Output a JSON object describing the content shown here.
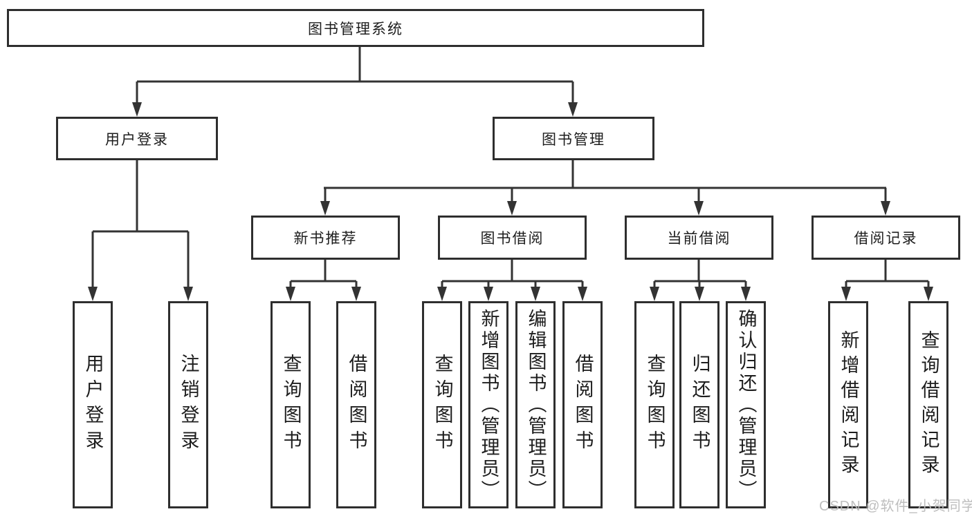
{
  "tree": {
    "root": {
      "label": "图书管理系统",
      "children": [
        {
          "label": "用户登录",
          "children": [
            {
              "label": "用户登录"
            },
            {
              "label": "注销登录"
            }
          ]
        },
        {
          "label": "图书管理",
          "children": [
            {
              "label": "新书推荐",
              "children": [
                {
                  "label": "查询图书"
                },
                {
                  "label": "借阅图书"
                }
              ]
            },
            {
              "label": "图书借阅",
              "children": [
                {
                  "label": "查询图书"
                },
                {
                  "label": "新增图书（管理员）"
                },
                {
                  "label": "编辑图书（管理员）"
                },
                {
                  "label": "借阅图书"
                }
              ]
            },
            {
              "label": "当前借阅",
              "children": [
                {
                  "label": "查询图书"
                },
                {
                  "label": "归还图书"
                },
                {
                  "label": "确认归还（管理员）"
                }
              ]
            },
            {
              "label": "借阅记录",
              "children": [
                {
                  "label": "新增借阅记录"
                },
                {
                  "label": "查询借阅记录"
                }
              ]
            }
          ]
        }
      ]
    }
  },
  "watermark": "CSDN @软件_小贺同学",
  "colors": {
    "line": "#333333",
    "box_border": "#2e2e2e",
    "text": "#1d1d1d",
    "watermark": "#bababa",
    "background": "#ffffff"
  }
}
